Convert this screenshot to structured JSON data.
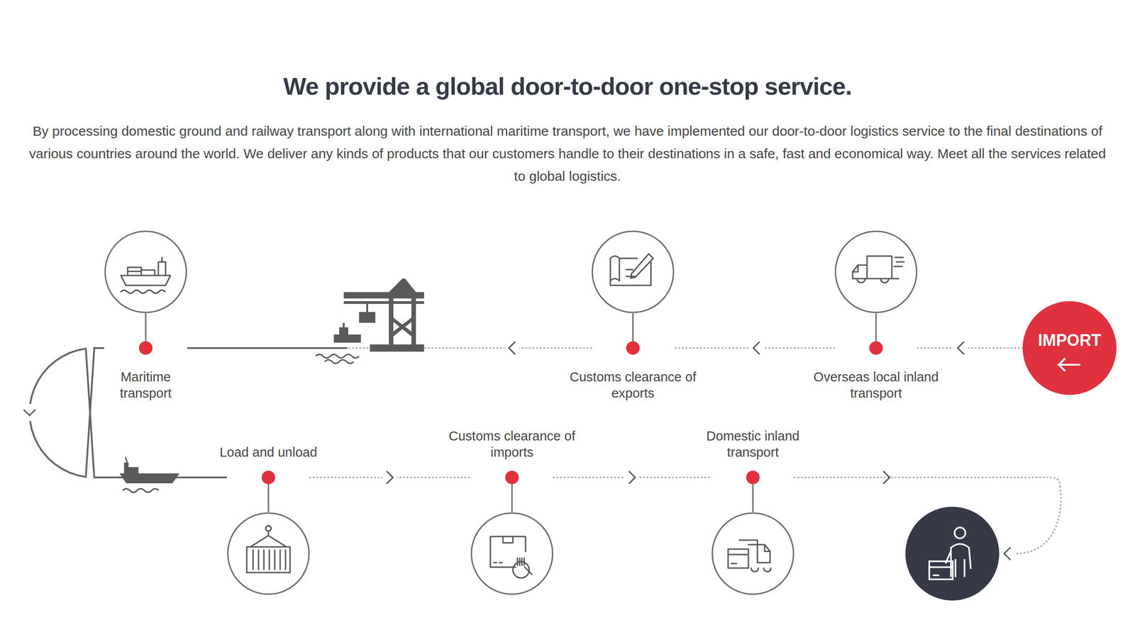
{
  "diagram": {
    "title": "We provide a global door-to-door one-stop service.",
    "nodes": [
      {
        "text": [
          "IMPORT"
        ]
      },
      {
        "text": [
          "Overseas local inland transport"
        ]
      },
      {
        "text": [
          "Customs clearance of exports"
        ]
      },
      {
        "text": [
          "Maritime transport"
        ]
      },
      {
        "text": [
          "Load and unload"
        ]
      },
      {
        "text": [
          "Customs clearance of imports"
        ]
      },
      {
        "text": [
          "Domestic inland transport"
        ]
      }
    ],
    "edges": [
      {
        "from": 0,
        "to": 1,
        "arrow": "to"
      },
      {
        "from": 1,
        "to": 2,
        "arrow": "to"
      },
      {
        "from": 2,
        "to": 3,
        "arrow": "to"
      },
      {
        "from": 3,
        "to": 4,
        "arrow": "to"
      },
      {
        "from": 4,
        "to": 5,
        "arrow": "to"
      },
      {
        "from": 5,
        "to": 6,
        "arrow": "to"
      }
    ],
    "labels": [
      "By processing domestic ground and railway transport along with international maritime transport, we have implemented our door-to-door logistics service to the final destinations of various countries around the world. We deliver any kinds of products that our customers handle to their destinations in a safe, fast and economical way. Meet all the services related to global logistics."
    ]
  }
}
